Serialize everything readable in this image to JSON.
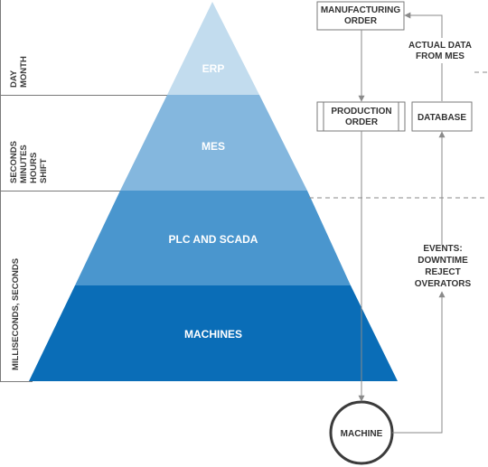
{
  "pyramid": {
    "tiers": [
      {
        "label": "ERP",
        "color": "#c2dcee"
      },
      {
        "label": "MES",
        "color": "#84b7de"
      },
      {
        "label": "PLC AND SCADA",
        "color": "#4a96ce"
      },
      {
        "label": "MACHINES",
        "color": "#0a6db7"
      }
    ]
  },
  "timescales": {
    "erp": [
      "DAY",
      "MONTH"
    ],
    "mes": [
      "SECONDS",
      "MINUTES",
      "HOURS",
      "SHIFT"
    ],
    "machines": "MILLISECONDS, SECONDS"
  },
  "flow": {
    "manufacturing_order": [
      "MANUFACTURING",
      "ORDER"
    ],
    "production_order": [
      "PRODUCTION",
      "ORDER"
    ],
    "database": "DATABASE",
    "actual_data": [
      "ACTUAL DATA",
      "FROM MES"
    ],
    "events": [
      "EVENTS:",
      "DOWNTIME",
      "REJECT",
      "OVERATORS"
    ],
    "machine": "MACHINE"
  }
}
